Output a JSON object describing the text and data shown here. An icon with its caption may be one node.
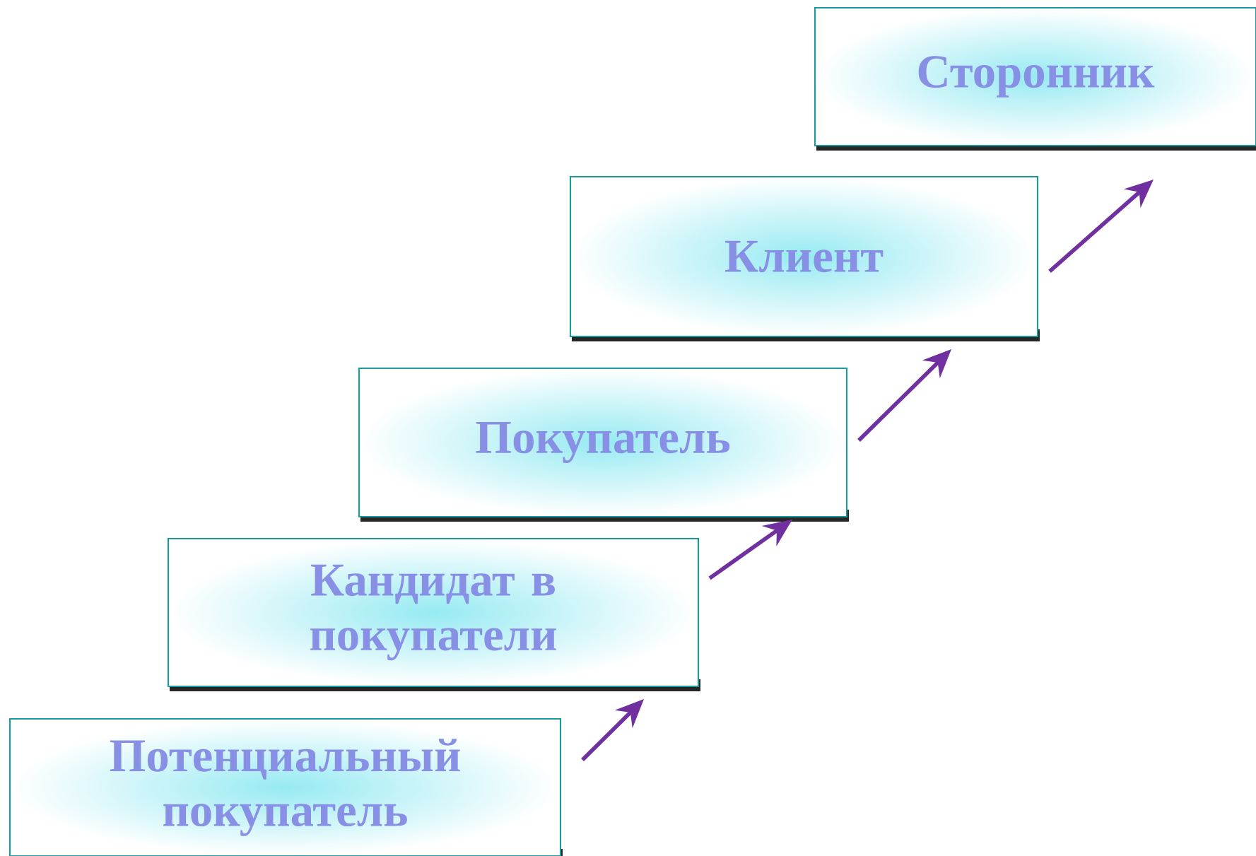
{
  "diagram": {
    "nodes": [
      {
        "text": [
          "Потенциальный покупатель"
        ]
      },
      {
        "text": [
          "Кандидат в покупатели"
        ]
      },
      {
        "text": [
          "Покупатель"
        ]
      },
      {
        "text": [
          "Клиент"
        ]
      },
      {
        "text": [
          "Сторонник"
        ]
      }
    ],
    "edges": [
      {
        "from": 0,
        "to": 1,
        "arrow": "to"
      },
      {
        "from": 1,
        "to": 2,
        "arrow": "to"
      },
      {
        "from": 2,
        "to": 3,
        "arrow": "to"
      },
      {
        "from": 3,
        "to": 4,
        "arrow": "to"
      }
    ]
  }
}
